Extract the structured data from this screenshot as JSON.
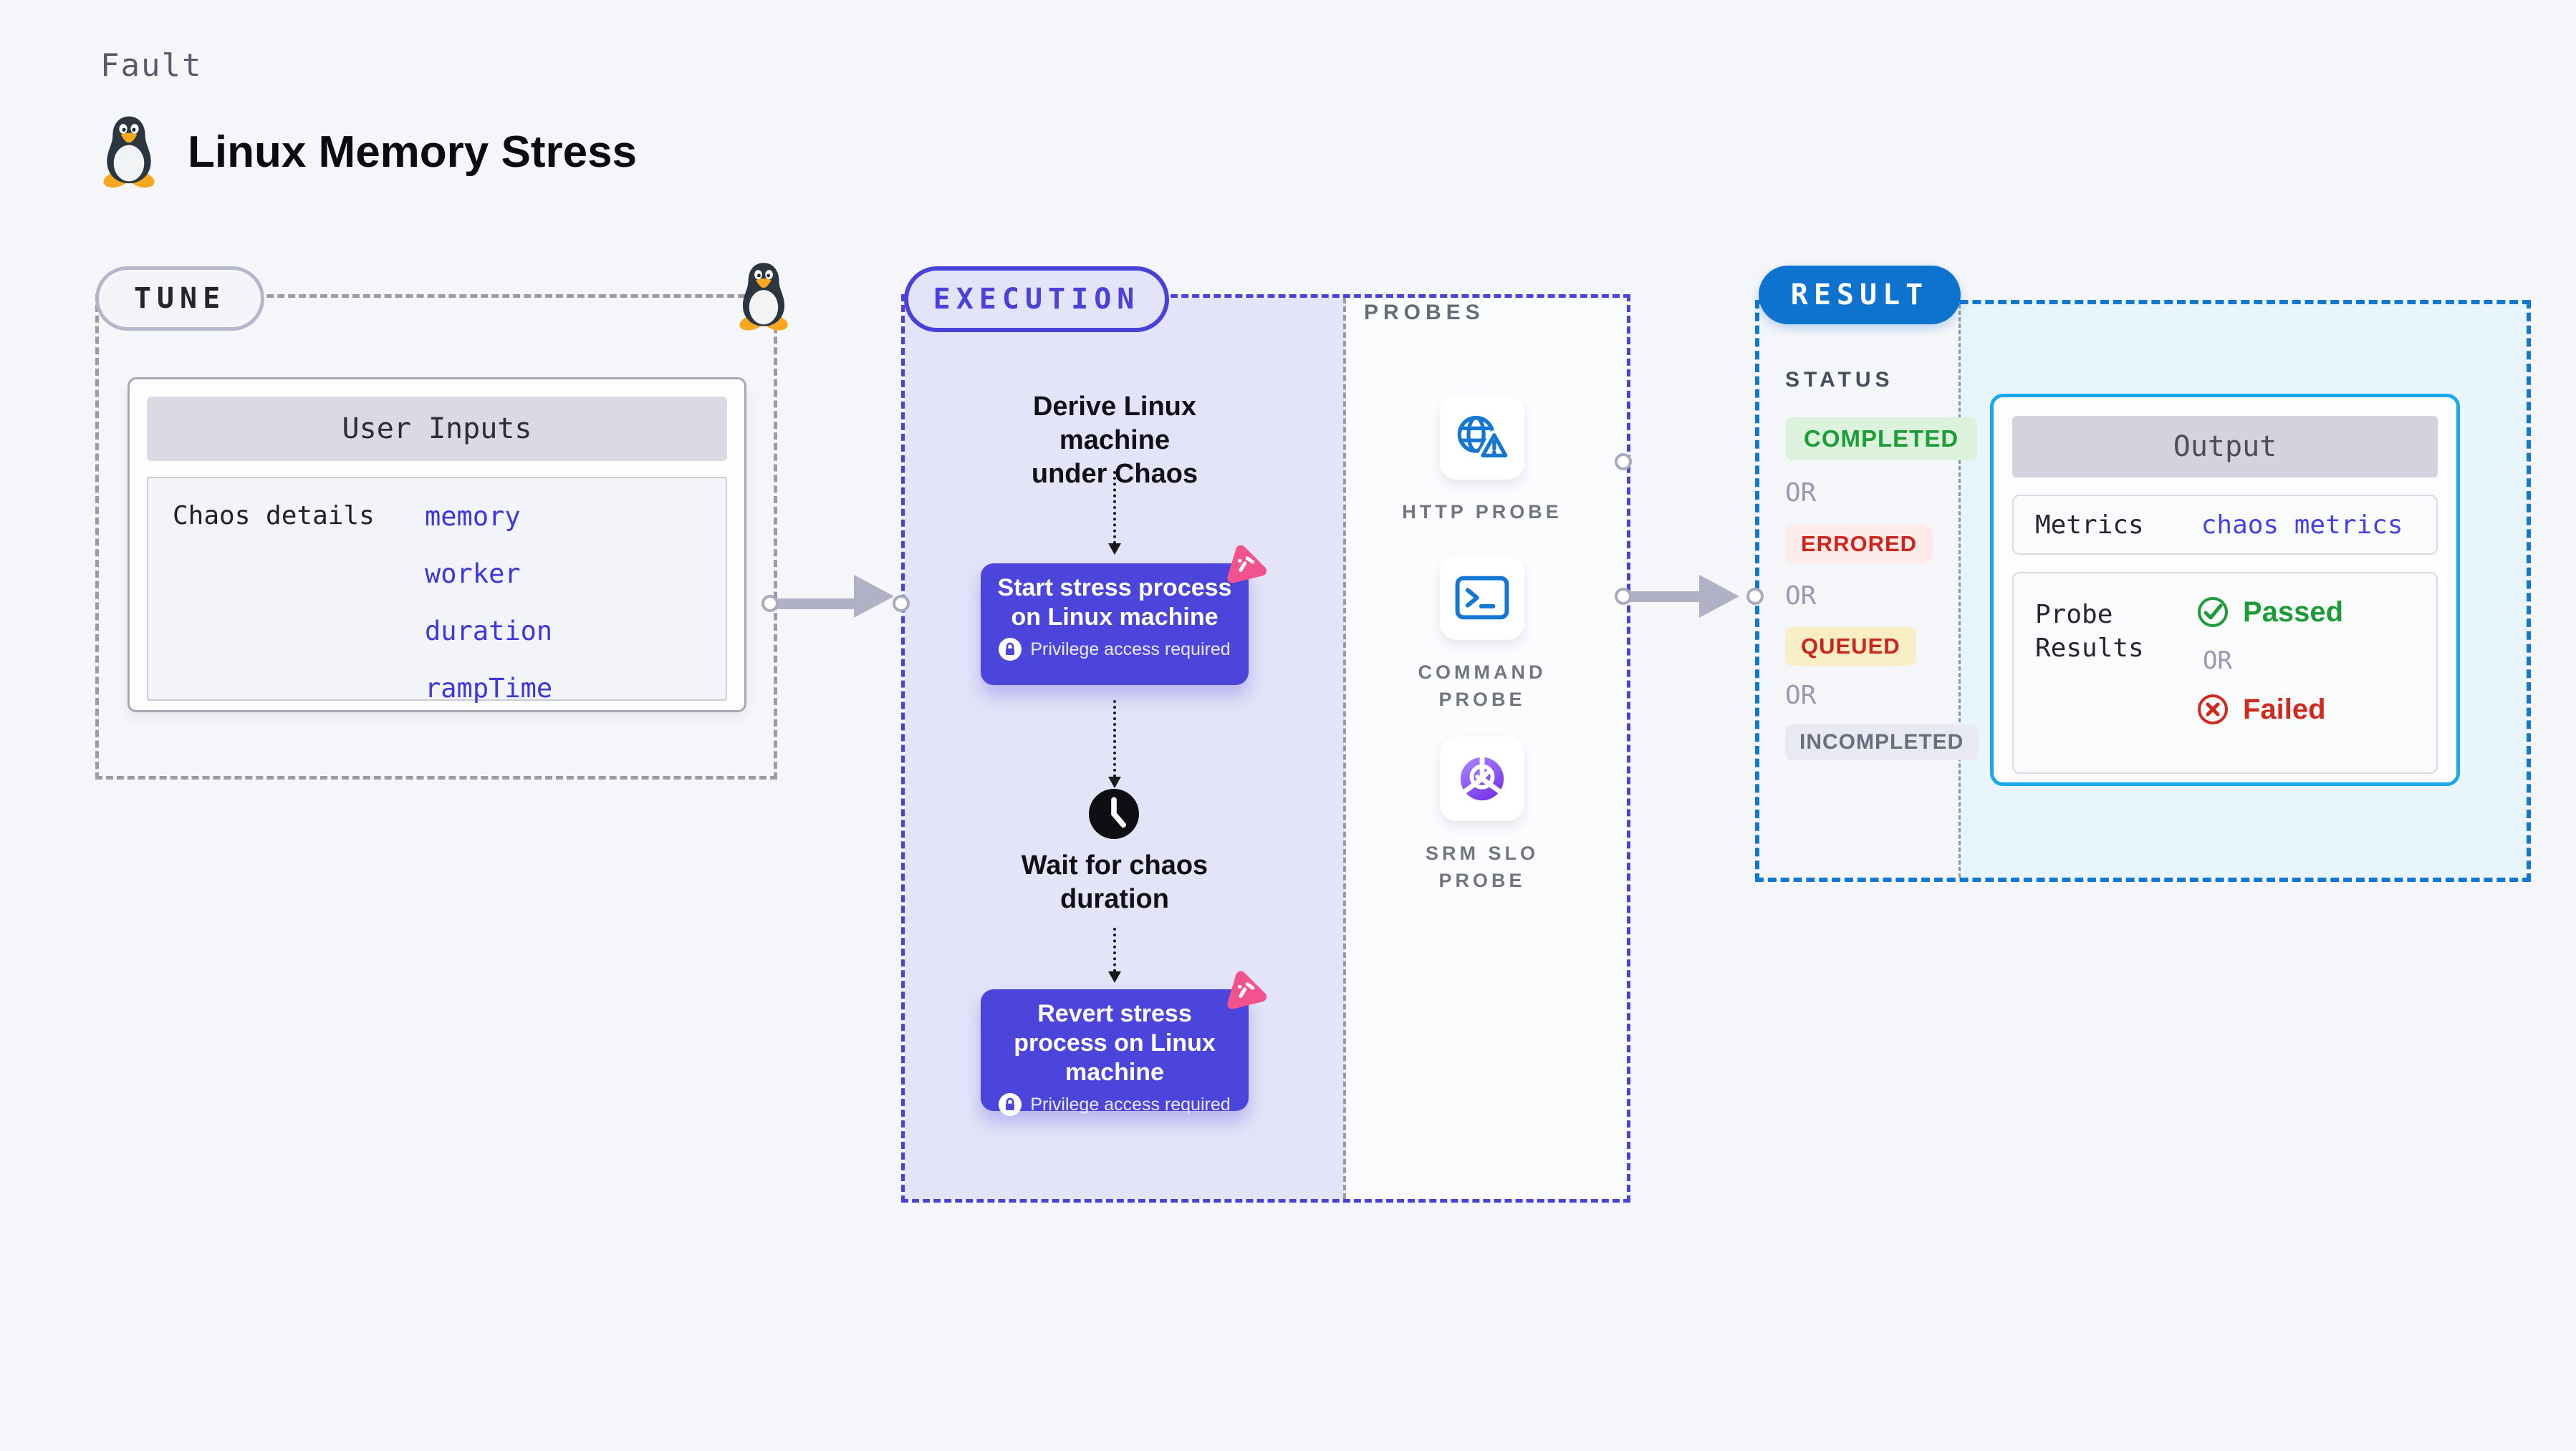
{
  "header": {
    "kicker": "Fault",
    "title": "Linux Memory Stress"
  },
  "labels": {
    "or": "OR"
  },
  "tune": {
    "pill": "TUNE",
    "card": {
      "header": "User Inputs",
      "row_label": "Chaos details",
      "inputs": [
        "memory",
        "worker",
        "duration",
        "rampTime"
      ]
    }
  },
  "execution": {
    "pill": "EXECUTION",
    "derive": {
      "line1": "Derive Linux machine",
      "line2": "under Chaos"
    },
    "start_node": {
      "title": "Start stress process on Linux machine",
      "badge": "Privilege access required"
    },
    "wait": {
      "line1": "Wait for chaos",
      "line2": "duration"
    },
    "revert_node": {
      "title": "Revert stress process on Linux machine",
      "badge": "Privilege access required"
    }
  },
  "probes": {
    "heading": "PROBES",
    "items": [
      {
        "label": "HTTP PROBE",
        "icon": "globe-warning-icon"
      },
      {
        "label": "COMMAND PROBE",
        "icon": "terminal-icon"
      },
      {
        "label": "SRM SLO PROBE",
        "icon": "pie-check-icon"
      }
    ]
  },
  "result": {
    "pill": "RESULT",
    "status_heading": "STATUS",
    "statuses": [
      "COMPLETED",
      "ERRORED",
      "QUEUED",
      "INCOMPLETED"
    ],
    "output": {
      "header": "Output",
      "metrics_label": "Metrics",
      "metrics_value": "chaos metrics",
      "probe_label": "Probe Results",
      "passed": "Passed",
      "failed": "Failed"
    }
  },
  "colors": {
    "page_bg": "#f5f6f9",
    "execution_bg": "#e4e4f8",
    "indigo": "#4a42d8",
    "node_indigo": "#4b45dc",
    "result_blue": "#0e73ce",
    "output_border_cyan": "#17a9e9",
    "output_bg_blue": "#e8f5fc",
    "link_indigo": "#3b36e0",
    "green": "#1d9c3a",
    "red": "#d2291e",
    "queued_bg": "#f9eec5",
    "pink_chaos": "#f2538c",
    "srm_purple": "#8b5cf6",
    "arrow_gray": "#b0b1c4"
  }
}
